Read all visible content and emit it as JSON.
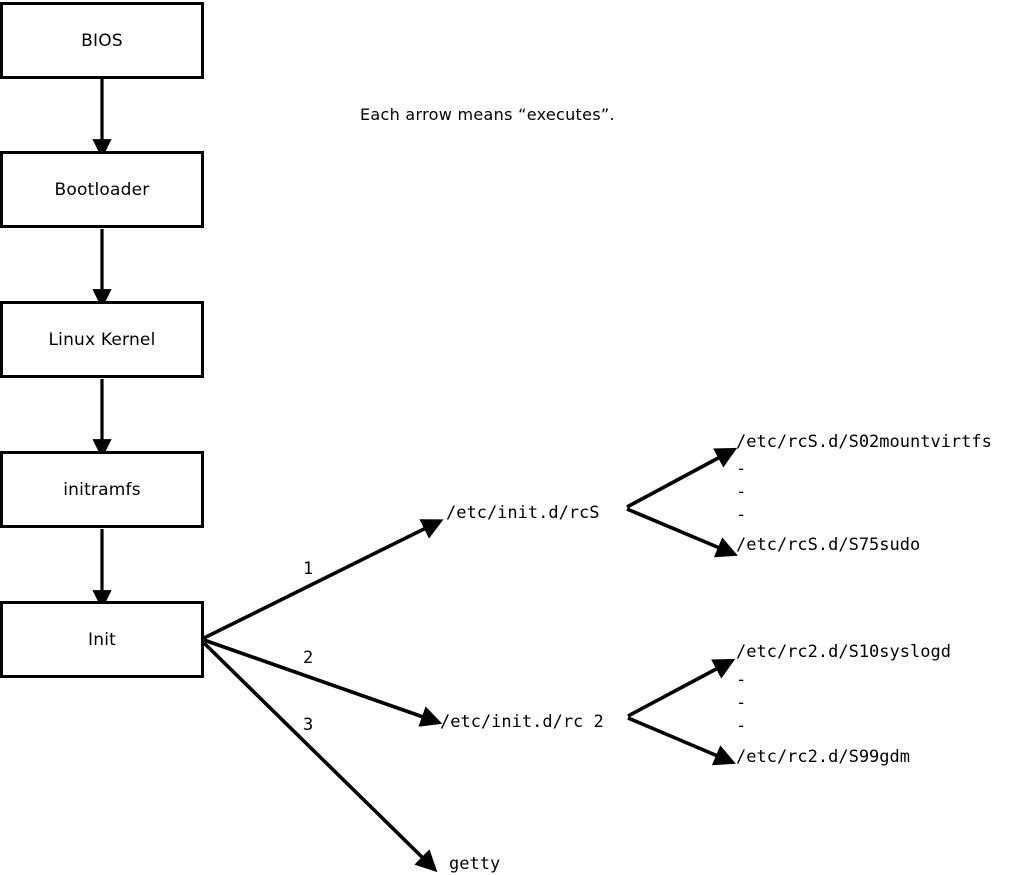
{
  "diagram": {
    "note": "Each arrow means “executes”.",
    "boot_chain": [
      {
        "label": "BIOS"
      },
      {
        "label": "Bootloader"
      },
      {
        "label": "Linux Kernel"
      },
      {
        "label": "initramfs"
      },
      {
        "label": "Init"
      }
    ],
    "init_branches": [
      {
        "number": "1",
        "target": "/etc/init.d/rcS"
      },
      {
        "number": "2",
        "target": "/etc/init.d/rc 2"
      },
      {
        "number": "3",
        "target": "getty"
      }
    ],
    "rcs_scripts": {
      "first": "/etc/rcS.d/S02mountvirtfs",
      "ellipsis": [
        "-",
        "-",
        "-"
      ],
      "last": "/etc/rcS.d/S75sudo"
    },
    "rc2_scripts": {
      "first": "/etc/rc2.d/S10syslogd",
      "ellipsis": [
        "-",
        "-",
        "-"
      ],
      "last": "/etc/rc2.d/S99gdm"
    },
    "colors": {
      "stroke": "#000000",
      "background": "#ffffff"
    }
  }
}
